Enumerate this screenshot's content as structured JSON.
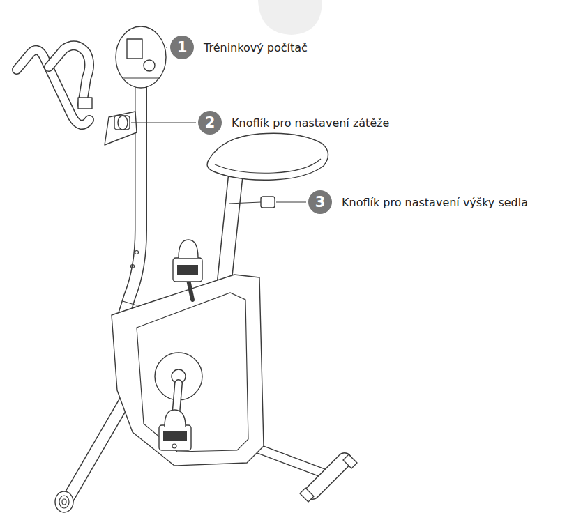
{
  "diagram": {
    "nodes": [
      {
        "text": [
          "1",
          "Tréninkový počítač"
        ]
      },
      {
        "text": [
          "2",
          "Knoflík pro nastavení zátěže"
        ]
      },
      {
        "text": [
          "3",
          "Knoflík pro nastavení výšky sedla"
        ]
      }
    ]
  }
}
